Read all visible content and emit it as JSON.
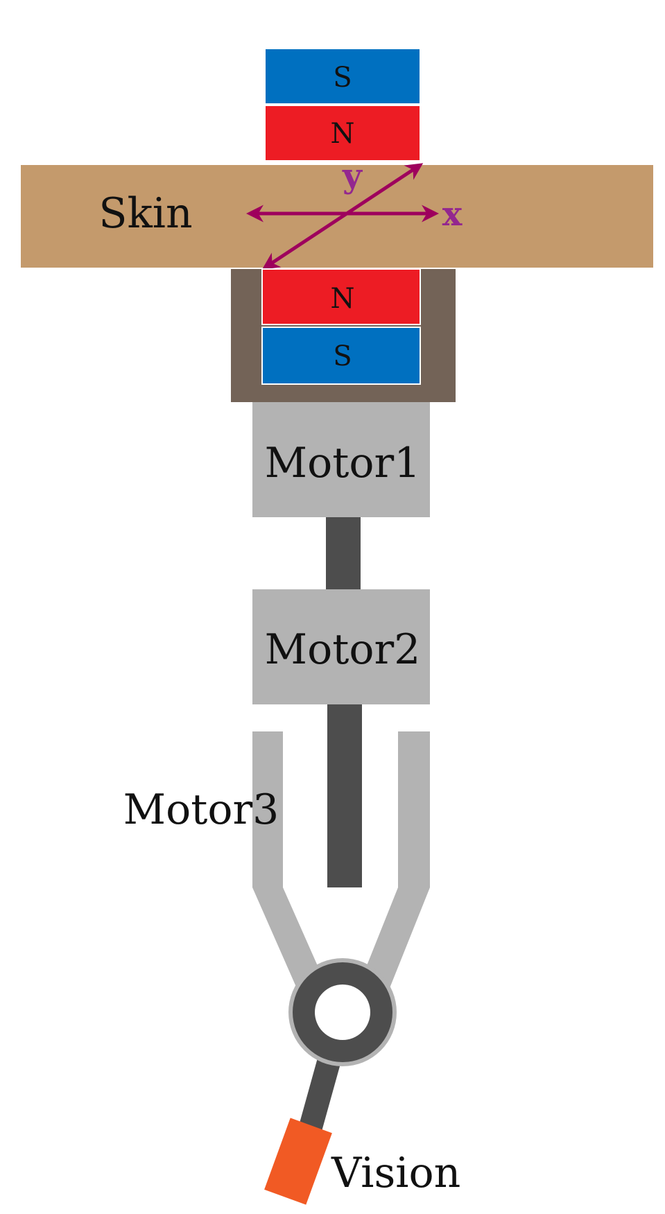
{
  "diagram": {
    "labels": {
      "skin": "Skin",
      "motor1": "Motor1",
      "motor2": "Motor2",
      "motor3": "Motor3",
      "vision": "Vision",
      "axis_x": "x",
      "axis_y": "y"
    },
    "top_magnet": {
      "upper_pole": "S",
      "lower_pole": "N"
    },
    "bottom_magnet": {
      "upper_pole": "N",
      "lower_pole": "S"
    },
    "colors": {
      "pole_s": "#0070c0",
      "pole_n": "#ed1c24",
      "skin": "#c49a6c",
      "holder": "#736357",
      "motor": "#b3b3b3",
      "shaft": "#4d4d4d",
      "axis": "#9e005d",
      "axis_label": "#93278f",
      "camera": "#f15a24"
    }
  }
}
